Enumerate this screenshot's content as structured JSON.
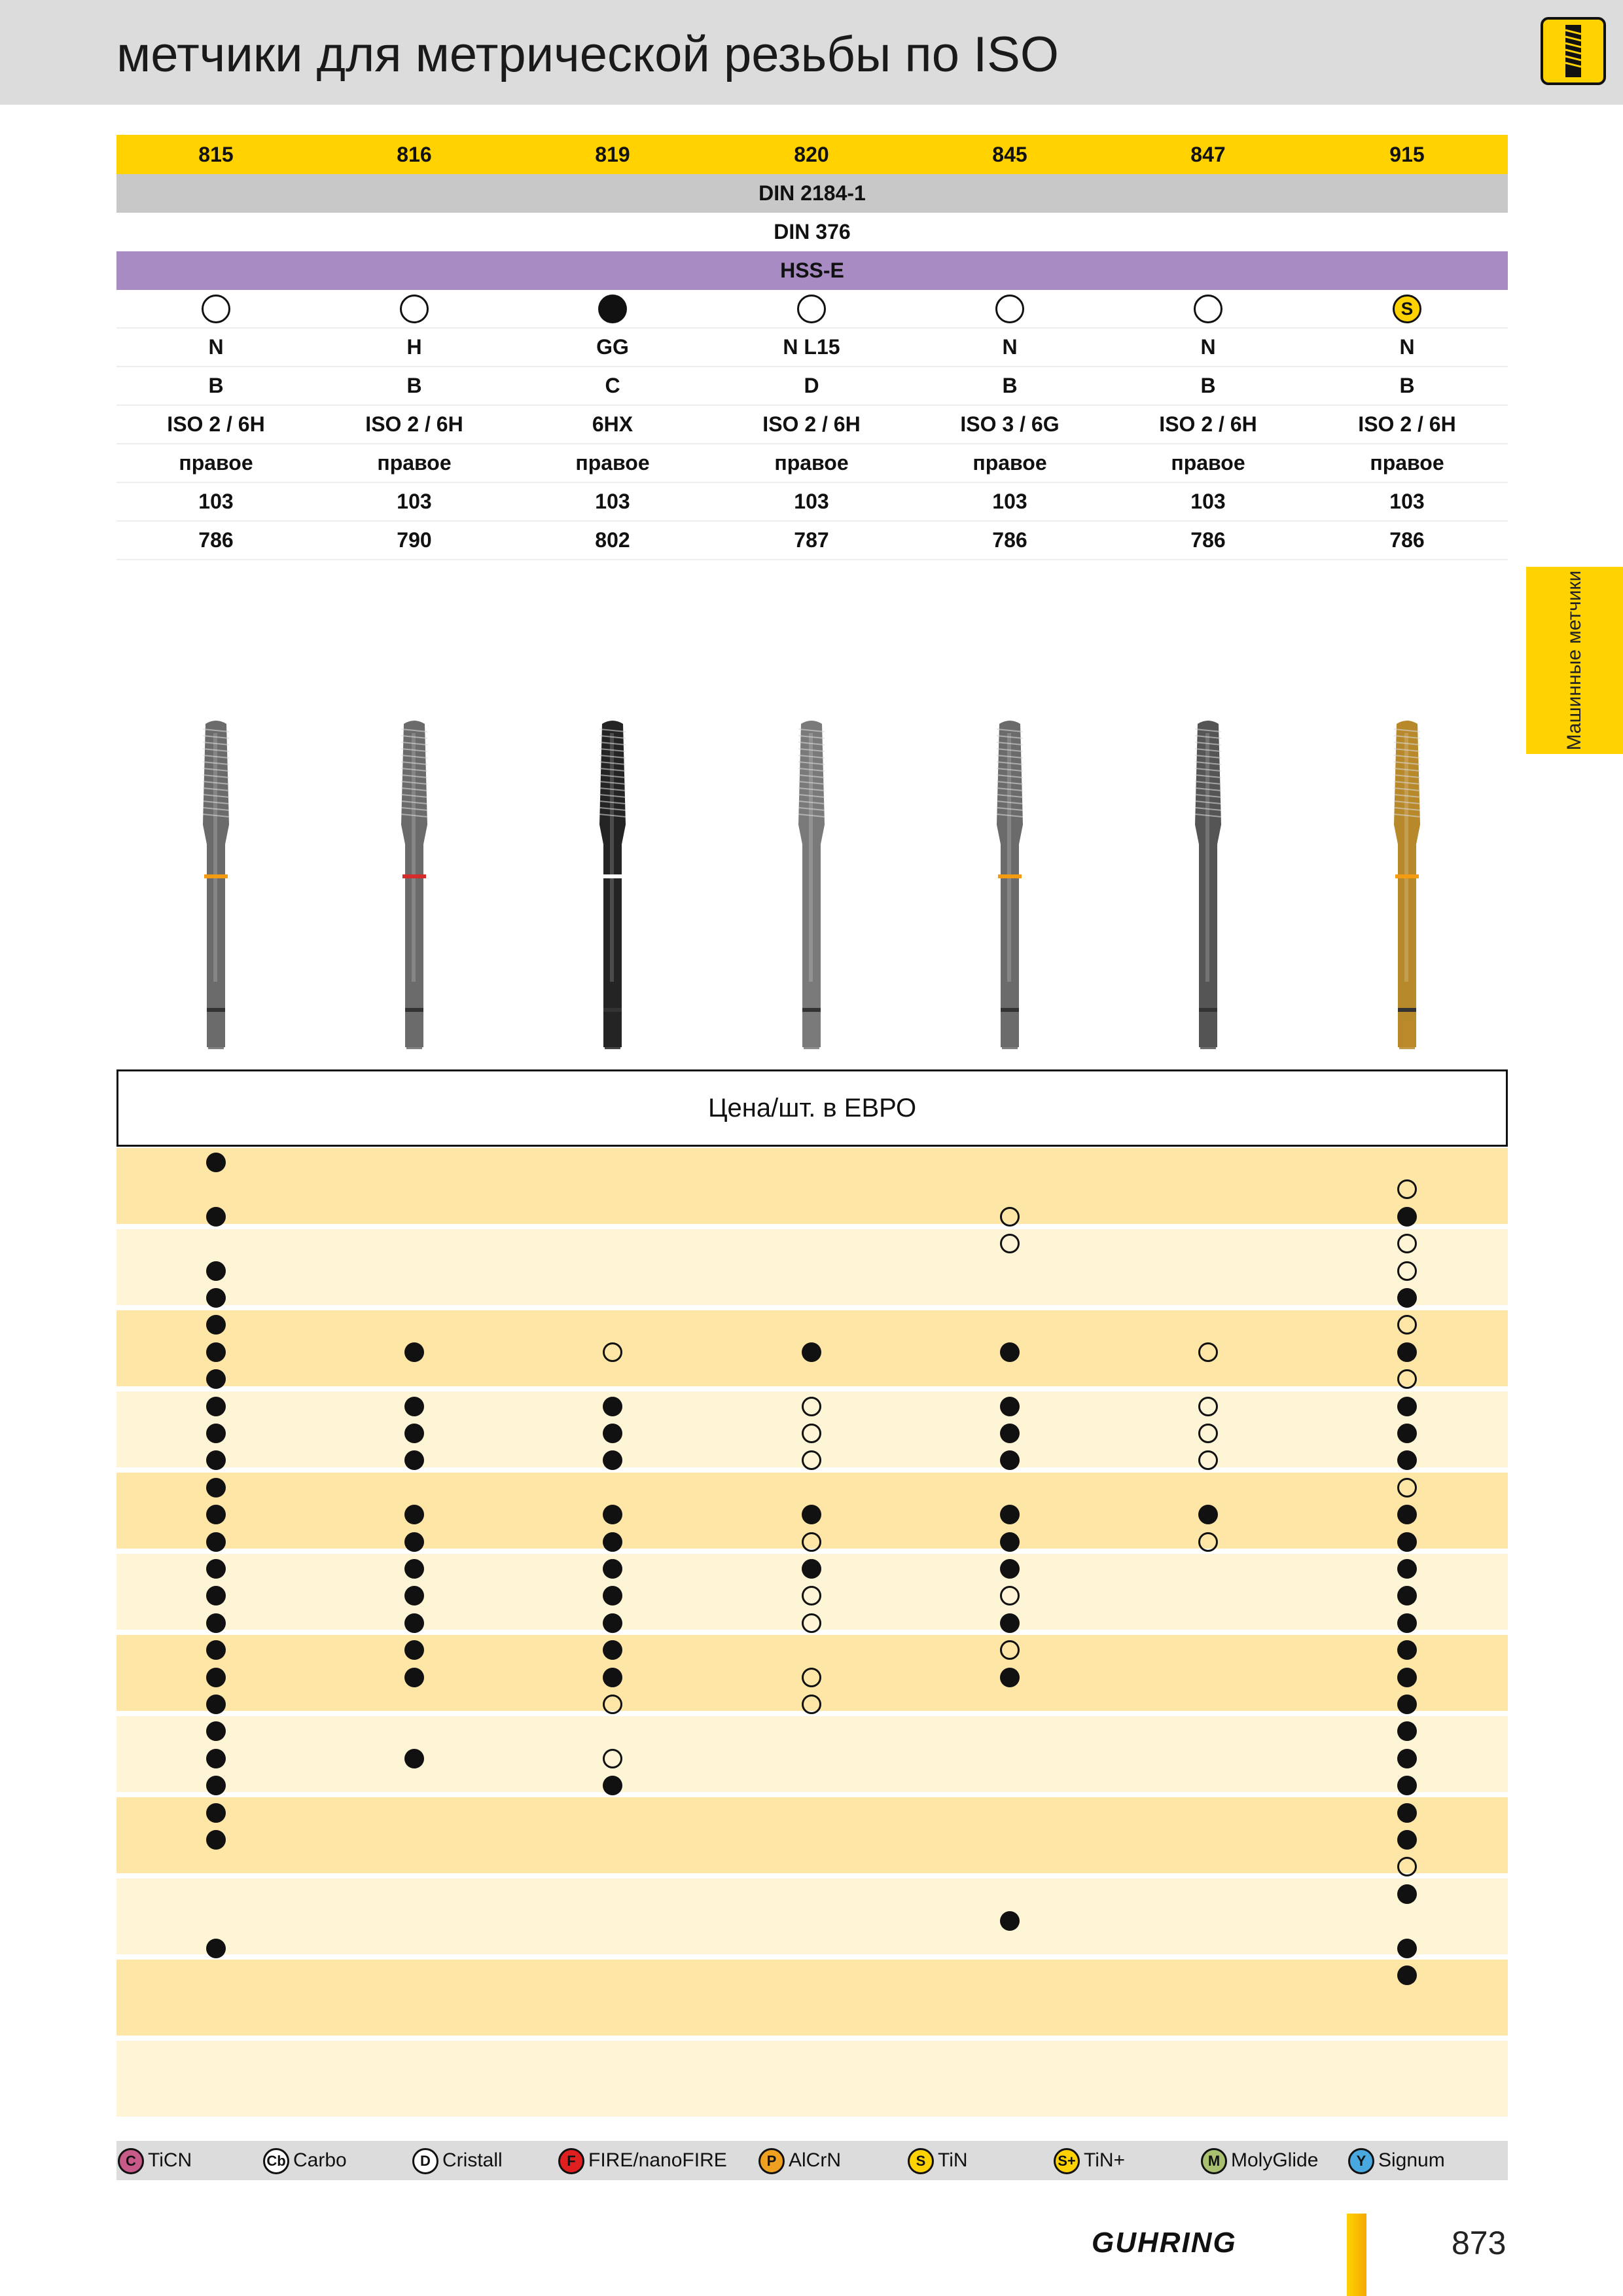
{
  "header": {
    "title": "метчики для метрической резьбы по  ISO",
    "logo_icon": "tap-thread-icon"
  },
  "side_tab": {
    "label": "Машинные метчики"
  },
  "columns": {
    "codes": [
      "815",
      "816",
      "819",
      "820",
      "845",
      "847",
      "915"
    ],
    "standard_1": "DIN 2184-1",
    "standard_2": "DIN 376",
    "material": "HSS-E",
    "coating_marker": [
      "open",
      "open",
      "full",
      "open",
      "open",
      "open",
      "S"
    ],
    "tool_type": [
      "N",
      "H",
      "GG",
      "N L15",
      "N",
      "N",
      "N"
    ],
    "chamfer": [
      "B",
      "B",
      "C",
      "D",
      "B",
      "B",
      "B"
    ],
    "tolerance": [
      "ISO 2 / 6H",
      "ISO 2 / 6H",
      "6HX",
      "ISO 2 / 6H",
      "ISO 3 / 6G",
      "ISO 2 / 6H",
      "ISO 2 / 6H"
    ],
    "direction": [
      "правое",
      "правое",
      "правое",
      "правое",
      "правое",
      "правое",
      "правое"
    ],
    "ref_1": [
      "103",
      "103",
      "103",
      "103",
      "103",
      "103",
      "103"
    ],
    "ref_2": [
      "786",
      "790",
      "802",
      "787",
      "786",
      "786",
      "786"
    ],
    "tool_colors": [
      "#6b6b6b",
      "#6b6b6b",
      "#242424",
      "#7a7a7a",
      "#6b6b6b",
      "#555555",
      "#b8892a"
    ],
    "ring_colors": [
      "#f39c12",
      "#d62b2b",
      "#ffffff",
      "none",
      "#f39c12",
      "none",
      "#f39c12"
    ]
  },
  "price_header": "Цена/шт. в ЕВРО",
  "availability": [
    [
      1,
      0,
      0,
      0,
      0,
      0,
      0
    ],
    [
      0,
      0,
      0,
      0,
      0,
      0,
      2
    ],
    [
      1,
      0,
      0,
      0,
      2,
      0,
      1
    ],
    [
      0,
      0,
      0,
      0,
      2,
      0,
      2
    ],
    [
      1,
      0,
      0,
      0,
      0,
      0,
      2
    ],
    [
      1,
      0,
      0,
      0,
      0,
      0,
      1
    ],
    [
      1,
      0,
      0,
      0,
      0,
      0,
      2
    ],
    [
      1,
      1,
      2,
      1,
      1,
      2,
      1
    ],
    [
      1,
      0,
      0,
      0,
      0,
      0,
      2
    ],
    [
      1,
      1,
      1,
      2,
      1,
      2,
      1
    ],
    [
      1,
      1,
      1,
      2,
      1,
      2,
      1
    ],
    [
      1,
      1,
      1,
      2,
      1,
      2,
      1
    ],
    [
      1,
      0,
      0,
      0,
      0,
      0,
      2
    ],
    [
      1,
      1,
      1,
      1,
      1,
      1,
      1
    ],
    [
      1,
      1,
      1,
      2,
      1,
      2,
      1
    ],
    [
      1,
      1,
      1,
      1,
      1,
      0,
      1
    ],
    [
      1,
      1,
      1,
      2,
      2,
      0,
      1
    ],
    [
      1,
      1,
      1,
      2,
      1,
      0,
      1
    ],
    [
      1,
      1,
      1,
      0,
      2,
      0,
      1
    ],
    [
      1,
      1,
      1,
      2,
      1,
      0,
      1
    ],
    [
      1,
      0,
      2,
      2,
      0,
      0,
      1
    ],
    [
      1,
      0,
      0,
      0,
      0,
      0,
      1
    ],
    [
      1,
      1,
      2,
      0,
      0,
      0,
      1
    ],
    [
      1,
      0,
      1,
      0,
      0,
      0,
      1
    ],
    [
      1,
      0,
      0,
      0,
      0,
      0,
      1
    ],
    [
      1,
      0,
      0,
      0,
      0,
      0,
      1
    ],
    [
      0,
      0,
      0,
      0,
      0,
      0,
      2
    ],
    [
      0,
      0,
      0,
      0,
      0,
      0,
      1
    ],
    [
      0,
      0,
      0,
      0,
      1,
      0,
      0
    ],
    [
      1,
      0,
      0,
      0,
      0,
      0,
      1
    ],
    [
      0,
      0,
      0,
      0,
      0,
      0,
      1
    ]
  ],
  "legend": [
    {
      "badge": "C",
      "label": "TiCN",
      "color": "#c85a8a"
    },
    {
      "badge": "Cb",
      "label": "Carbo",
      "color": "#ffffff"
    },
    {
      "badge": "D",
      "label": "Cristall",
      "color": "#ffffff"
    },
    {
      "badge": "F",
      "label": "FIRE/nanoFIRE",
      "color": "#e02020"
    },
    {
      "badge": "P",
      "label": "AlCrN",
      "color": "#f0a020"
    },
    {
      "badge": "S",
      "label": "TiN",
      "color": "#ffd200"
    },
    {
      "badge": "S+",
      "label": "TiN+",
      "color": "#ffd200"
    },
    {
      "badge": "M",
      "label": "MolyGlide",
      "color": "#a8c070"
    },
    {
      "badge": "Y",
      "label": "Signum",
      "color": "#4aa8e0"
    }
  ],
  "footer": {
    "brand": "GUHRING",
    "page": "873"
  }
}
